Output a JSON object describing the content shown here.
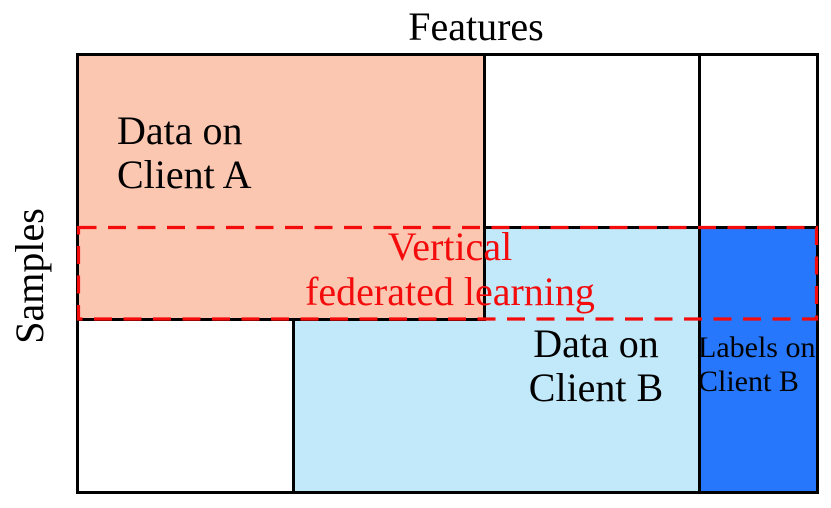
{
  "figure": {
    "title": "Features",
    "y_axis_label": "Samples",
    "regions": {
      "client_a": {
        "line1": "Data on",
        "line2": "Client A"
      },
      "client_b": {
        "line1": "Data on",
        "line2": "Client B"
      },
      "labels_b": {
        "line1": "Labels on",
        "line2": "Client B"
      },
      "vfl": {
        "line1": "Vertical",
        "line2": "federated learning"
      }
    }
  },
  "colors": {
    "client_a_fill": "#FBC7B1",
    "client_b_fill": "#C1E9FA",
    "labels_b_fill": "#2677FC",
    "vfl_accent": "#F40B0C",
    "border_color": "#000000"
  }
}
